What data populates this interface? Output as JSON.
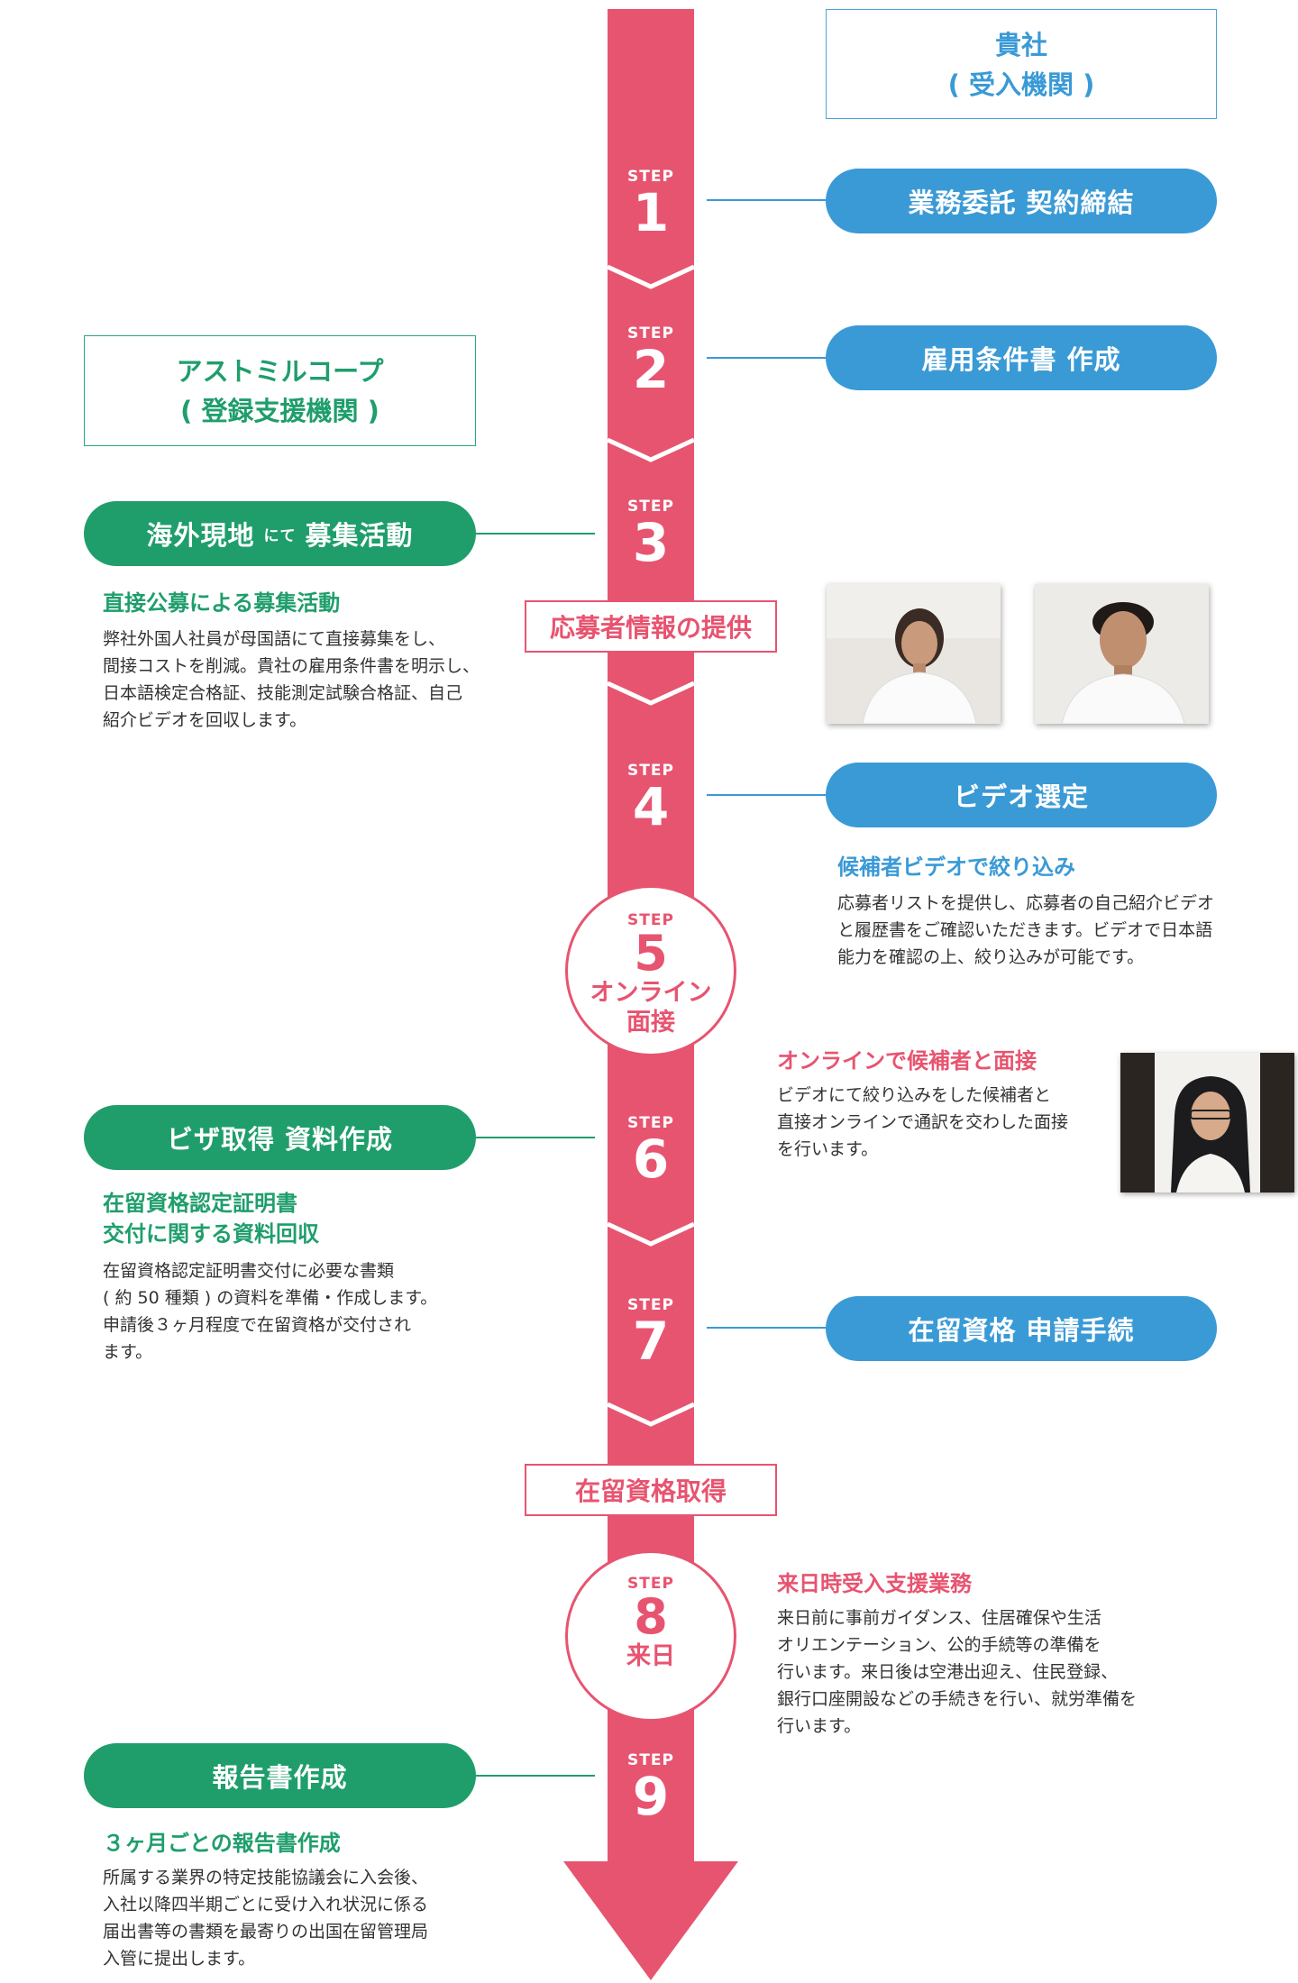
{
  "colors": {
    "arrow": "#e75470",
    "company": "#3a9ad6",
    "agency": "#1f9e6c",
    "text": "#333333"
  },
  "company_header": {
    "line1": "貴社",
    "line2": "( 受入機関 )"
  },
  "agency_header": {
    "line1": "アストミルコープ",
    "line2": "( 登録支援機関 )"
  },
  "step_word": "STEP",
  "steps": [
    {
      "number": "1",
      "action": "業務委託 契約締結",
      "party": "company"
    },
    {
      "number": "2",
      "action": "雇用条件書 作成",
      "party": "company"
    },
    {
      "number": "3",
      "action_a": "海外現地",
      "action_small": "にて",
      "action_b": "募集活動",
      "party": "agency",
      "desc_title": "直接公募による募集活動",
      "desc_body": "弊社外国人社員が母国語にて直接募集をし、\n間接コストを削減。貴社の雇用条件書を明示し、\n日本語検定合格証、技能測定試験合格証、自己\n紹介ビデオを回収します。"
    },
    {
      "number": "4",
      "action": "ビデオ選定",
      "party": "company",
      "desc_title": "候補者ビデオで絞り込み",
      "desc_body": "応募者リストを提供し、応募者の自己紹介ビデオ\nと履歴書をご確認いただきます。ビデオで日本語\n能力を確認の上、絞り込みが可能です。"
    },
    {
      "number": "5",
      "label_a": "オンライン",
      "label_b": "面接",
      "desc_title": "オンラインで候補者と面接",
      "desc_body": "ビデオにて絞り込みをした候補者と\n直接オンラインで通訳を交わした面接\nを行います。"
    },
    {
      "number": "6",
      "action": "ビザ取得 資料作成",
      "party": "agency",
      "desc_title_a": "在留資格認定証明書",
      "desc_title_b": "交付に関する資料回収",
      "desc_body": "在留資格認定証明書交付に必要な書類\n( 約 50 種類 ) の資料を準備・作成します。\n申請後３ヶ月程度で在留資格が交付され\nます。"
    },
    {
      "number": "7",
      "action": "在留資格 申請手続",
      "party": "company"
    },
    {
      "number": "8",
      "label": "来日",
      "desc_title": "来日時受入支援業務",
      "desc_body": "来日前に事前ガイダンス、住居確保や生活\nオリエンテーション、公的手続等の準備を\n行います。来日後は空港出迎え、住民登録、\n銀行口座開設などの手続きを行い、就労準備を\n行います。"
    },
    {
      "number": "9",
      "action": "報告書作成",
      "party": "agency",
      "desc_title": "３ヶ月ごとの報告書作成",
      "desc_body": "所属する業界の特定技能協議会に入会後、\n入社以降四半期ごとに受け入れ状況に係る\n届出書等の書類を最寄りの出国在留管理局\n入管に提出します。"
    }
  ],
  "milestones": {
    "applicant_info": "応募者情報の提供",
    "status_acquired": "在留資格取得"
  },
  "photos": [
    {
      "name": "female-applicant-video",
      "description_icon": "person-photo"
    },
    {
      "name": "male-applicant-video",
      "description_icon": "person-photo"
    },
    {
      "name": "online-interview-video",
      "description_icon": "person-photo"
    }
  ]
}
